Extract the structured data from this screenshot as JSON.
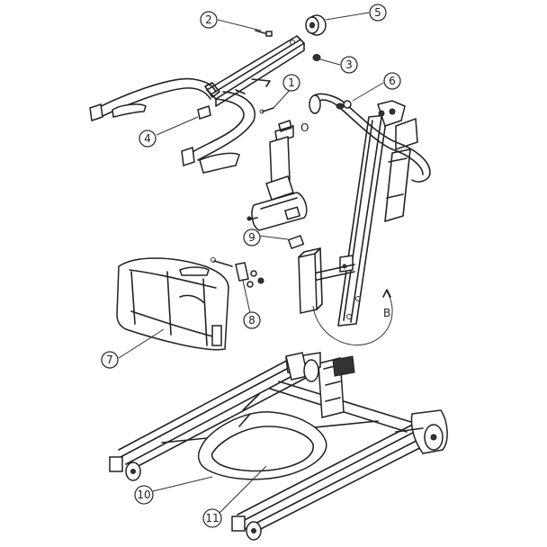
{
  "diagram": {
    "callouts": [
      {
        "id": "c1",
        "label": "1"
      },
      {
        "id": "c2",
        "label": "2"
      },
      {
        "id": "c3",
        "label": "3"
      },
      {
        "id": "c4",
        "label": "4"
      },
      {
        "id": "c5",
        "label": "5"
      },
      {
        "id": "c6",
        "label": "6"
      },
      {
        "id": "c7",
        "label": "7"
      },
      {
        "id": "c8",
        "label": "8"
      },
      {
        "id": "c9",
        "label": "9"
      },
      {
        "id": "c10",
        "label": "10"
      },
      {
        "id": "c11",
        "label": "11"
      }
    ],
    "detail_label": "B",
    "small_label": "O"
  }
}
